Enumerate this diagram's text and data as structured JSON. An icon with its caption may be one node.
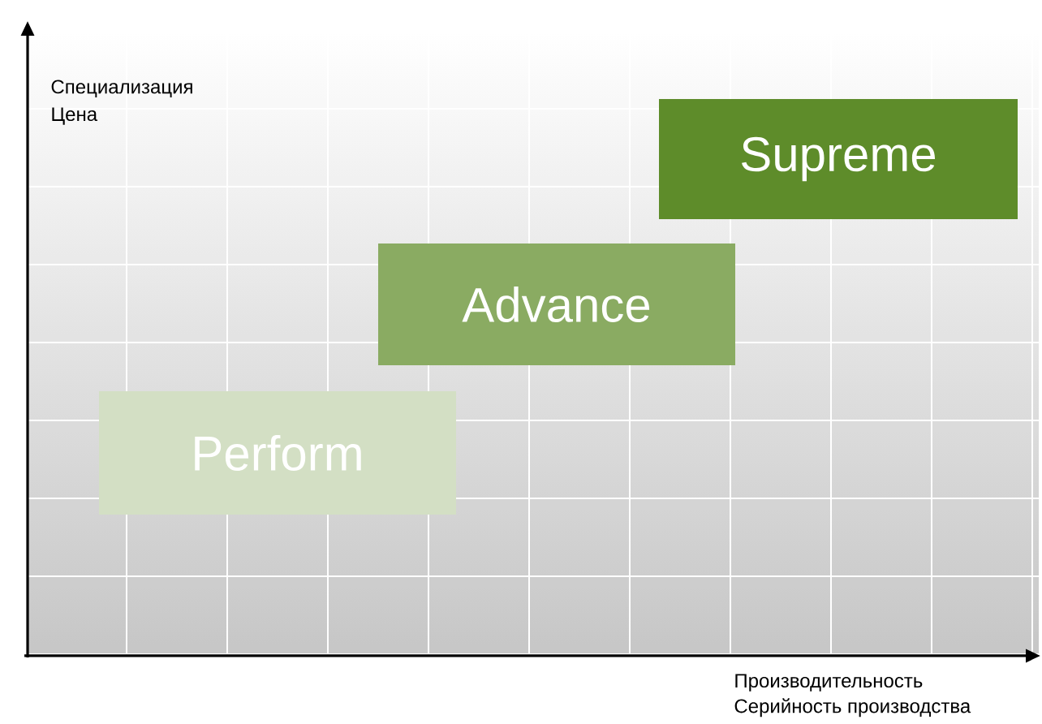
{
  "diagram": {
    "nodes": [
      {
        "text": [
          "Perform"
        ]
      },
      {
        "text": [
          "Advance"
        ]
      },
      {
        "text": [
          "Supreme"
        ]
      }
    ],
    "labels": [
      "Специализация",
      "Цена",
      "Производительность",
      "Серийность производства"
    ]
  }
}
